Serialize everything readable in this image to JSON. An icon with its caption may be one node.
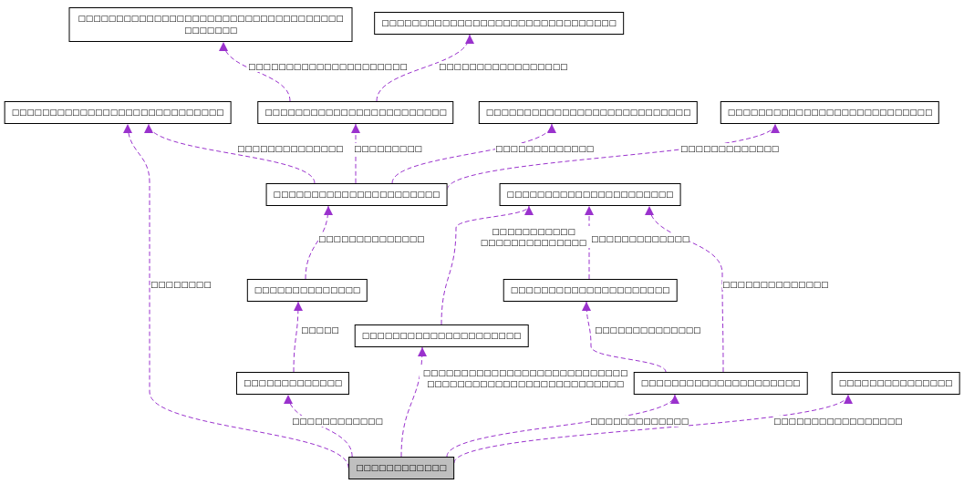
{
  "diagram": {
    "nodes": [
      {
        "text": [
          "□□□□□□□□□□□□□□□□□□□□□□□□□□□□□□□□□□□ □□□□□□□"
        ]
      },
      {
        "text": [
          "□□□□□□□□□□□□□□□□□□□□□□□□□□□□□□□"
        ]
      },
      {
        "text": [
          "□□□□□□□□□□□□□□□□□□□□□□□□□□□□"
        ]
      },
      {
        "text": [
          "□□□□□□□□□□□□□□□□□□□□□□□□"
        ]
      },
      {
        "text": [
          "□□□□□□□□□□□□□□□□□□□□□□□□□□□"
        ]
      },
      {
        "text": [
          "□□□□□□□□□□□□□□□□□□□□□□□□□□□"
        ]
      },
      {
        "text": [
          "□□□□□□□□□□□□□□□□□□□□□□"
        ]
      },
      {
        "text": [
          "□□□□□□□□□□□□□□□□□□□□□□"
        ]
      },
      {
        "text": [
          "□□□□□□□□□□□□□□"
        ]
      },
      {
        "text": [
          "□□□□□□□□□□□□□□□□□□□□□"
        ]
      },
      {
        "text": [
          "□□□□□□□□□□□□□□□□□□□□□"
        ]
      },
      {
        "text": [
          "□□□□□□□□□□□□□"
        ]
      },
      {
        "text": [
          "□□□□□□□□□□□□□□□□□□□□□"
        ]
      },
      {
        "text": [
          "□□□□□□□□□□□□□□□"
        ]
      },
      {
        "text": [
          "□□□□□□□□□□□□"
        ]
      }
    ],
    "edges": [
      {
        "from": 3,
        "to": 0,
        "arrow": "to",
        "style": "dashed",
        "label": "□□□□□□□□□□□□□□□□□□□□□"
      },
      {
        "from": 3,
        "to": 1,
        "arrow": "to",
        "style": "dashed",
        "label": "□□□□□□□□□□□□□□□□□"
      },
      {
        "from": 6,
        "to": 2,
        "arrow": "to",
        "style": "dashed",
        "label": "□□□□□□□□□□□□□□"
      },
      {
        "from": 6,
        "to": 3,
        "arrow": "to",
        "style": "dashed",
        "label": "□□□□□□□□□"
      },
      {
        "from": 6,
        "to": 4,
        "arrow": "to",
        "style": "dashed",
        "label": "□□□□□□□□□□□□□"
      },
      {
        "from": 6,
        "to": 5,
        "arrow": "to",
        "style": "dashed",
        "label": "□□□□□□□□□□□□□"
      },
      {
        "from": 8,
        "to": 6,
        "arrow": "to",
        "style": "dashed",
        "label": "□□□□□□□□□□□□□□"
      },
      {
        "from": 9,
        "to": 7,
        "arrow": "to",
        "style": "dashed",
        "label": "□□□□□□□□□□□□□"
      },
      {
        "from": 10,
        "to": 7,
        "arrow": "to",
        "style": "dashed",
        "label": "□□□□□□□□□□□ □□□□□□□□□□□□□□"
      },
      {
        "from": 12,
        "to": 7,
        "arrow": "to",
        "style": "dashed",
        "label": "□□□□□□□□□□□□□□"
      },
      {
        "from": 11,
        "to": 8,
        "arrow": "to",
        "style": "dashed",
        "label": "□□□□□"
      },
      {
        "from": 12,
        "to": 9,
        "arrow": "to",
        "style": "dashed",
        "label": "□□□□□□□□□□□□□□"
      },
      {
        "from": 14,
        "to": 2,
        "arrow": "to",
        "style": "dashed",
        "label": "□□□□□□□□"
      },
      {
        "from": 14,
        "to": 10,
        "arrow": "to",
        "style": "dashed",
        "label": "□□□□□□□□□□□□□□□□□□□□□□□□□□□ □□□□□□□□□□□□□□□□□□□□□□□□□□"
      },
      {
        "from": 14,
        "to": 11,
        "arrow": "to",
        "style": "dashed",
        "label": "□□□□□□□□□□□□"
      },
      {
        "from": 14,
        "to": 12,
        "arrow": "to",
        "style": "dashed",
        "label": "□□□□□□□□□□□□□"
      },
      {
        "from": 14,
        "to": 13,
        "arrow": "to",
        "style": "dashed",
        "label": "□□□□□□□□□□□□□□□□□"
      }
    ]
  }
}
